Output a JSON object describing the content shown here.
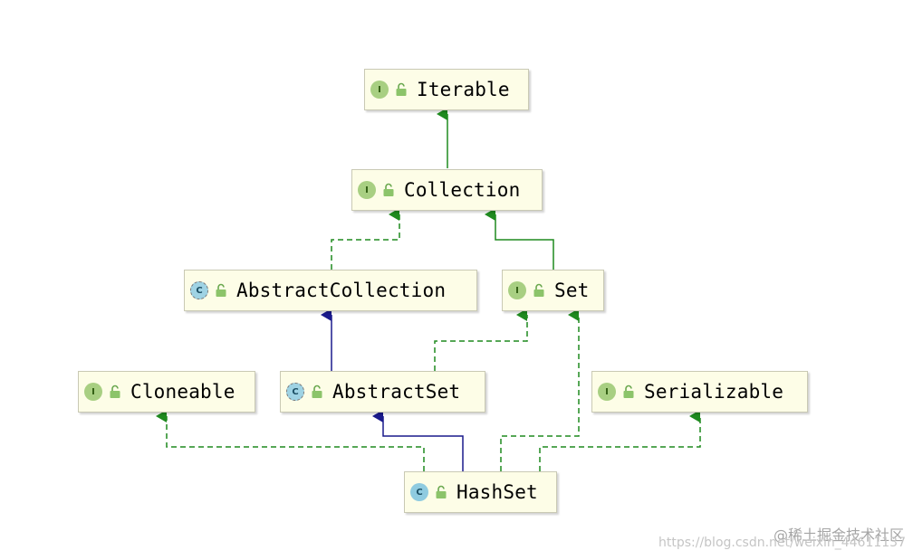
{
  "diagram": {
    "nodes": [
      {
        "id": "iterable",
        "label": "Iterable",
        "kind": "interface",
        "badge": "I",
        "icon": "interface-icon"
      },
      {
        "id": "collection",
        "label": "Collection",
        "kind": "interface",
        "badge": "I",
        "icon": "interface-icon"
      },
      {
        "id": "abstract-collection",
        "label": "AbstractCollection",
        "kind": "abstract-class",
        "badge": "C",
        "icon": "abstract-class-icon"
      },
      {
        "id": "set",
        "label": "Set",
        "kind": "interface",
        "badge": "I",
        "icon": "interface-icon"
      },
      {
        "id": "cloneable",
        "label": "Cloneable",
        "kind": "interface",
        "badge": "I",
        "icon": "interface-icon"
      },
      {
        "id": "abstract-set",
        "label": "AbstractSet",
        "kind": "abstract-class",
        "badge": "C",
        "icon": "abstract-class-icon"
      },
      {
        "id": "serializable",
        "label": "Serializable",
        "kind": "interface",
        "badge": "I",
        "icon": "interface-icon"
      },
      {
        "id": "hashset",
        "label": "HashSet",
        "kind": "class",
        "badge": "C",
        "icon": "class-icon"
      }
    ],
    "edges": [
      {
        "from": "collection",
        "to": "iterable",
        "relation": "extends"
      },
      {
        "from": "set",
        "to": "collection",
        "relation": "extends"
      },
      {
        "from": "abstract-collection",
        "to": "collection",
        "relation": "implements"
      },
      {
        "from": "abstract-set",
        "to": "abstract-collection",
        "relation": "extends"
      },
      {
        "from": "abstract-set",
        "to": "set",
        "relation": "implements"
      },
      {
        "from": "hashset",
        "to": "abstract-set",
        "relation": "extends"
      },
      {
        "from": "hashset",
        "to": "cloneable",
        "relation": "implements"
      },
      {
        "from": "hashset",
        "to": "set",
        "relation": "implements"
      },
      {
        "from": "hashset",
        "to": "serializable",
        "relation": "implements"
      }
    ],
    "colors": {
      "interface_inheritance": "#1f8a1f",
      "class_inheritance": "#1a1a8c",
      "node_fill": "#fdfde7",
      "access_lock": "#6aa84f"
    }
  },
  "watermark": {
    "brand": "@稀土掘金技术社区",
    "url": "https://blog.csdn.net/weixin_44611137"
  }
}
